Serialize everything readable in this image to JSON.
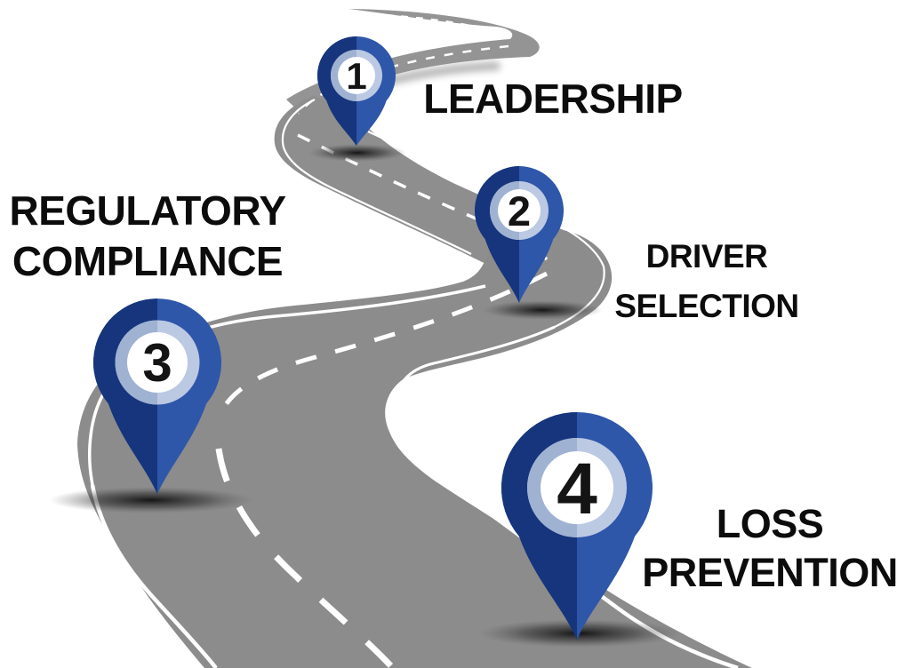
{
  "diagram": {
    "type": "roadmap-infographic",
    "description_visible_elements": "winding gray road with white edge lines and dashed centerline, four numbered location pins"
  },
  "steps": [
    {
      "number": "1",
      "label": "LEADERSHIP",
      "lines": [
        "LEADERSHIP"
      ]
    },
    {
      "number": "2",
      "label": "DRIVER SELECTION",
      "lines": [
        "DRIVER",
        "SELECTION"
      ]
    },
    {
      "number": "3",
      "label": "REGULATORY COMPLIANCE",
      "lines": [
        "REGULATORY",
        "COMPLIANCE"
      ]
    },
    {
      "number": "4",
      "label": "LOSS PREVENTION",
      "lines": [
        "LOSS",
        "PREVENTION"
      ]
    }
  ],
  "colors": {
    "pin_dark_left": "#16357C",
    "pin_medium_right": "#2E56A9",
    "ring_left": "#9FB2D2",
    "ring_right": "#BCC9E3",
    "pin_center": "#FFFFFF",
    "road_gray": "#8D8D8D",
    "road_marking": "#FFFFFF",
    "label_text": "#0C0C0C",
    "background": "#FFFFFF"
  }
}
